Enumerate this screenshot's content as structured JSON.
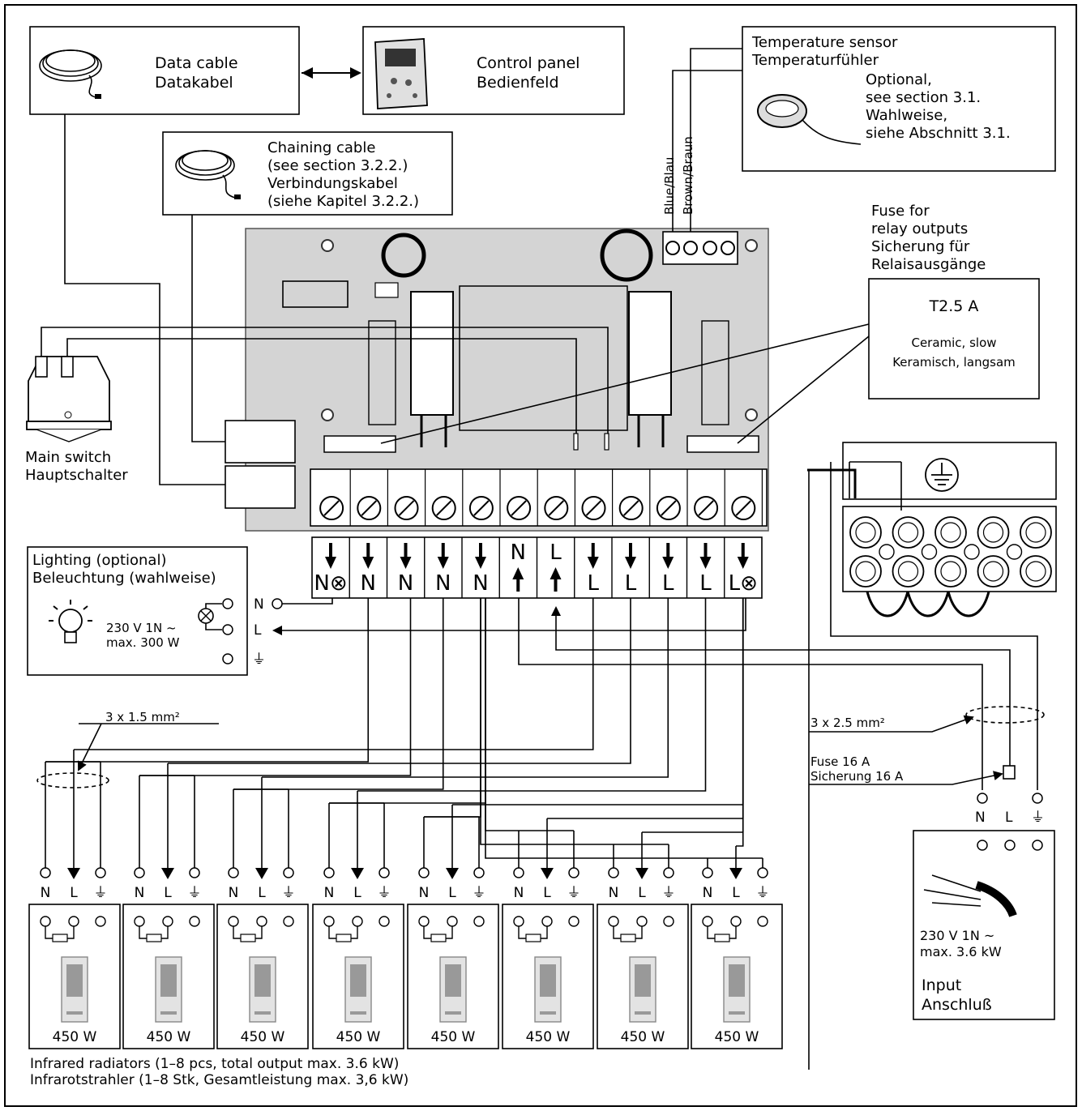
{
  "components": {
    "data_cable": [
      "Data cable",
      "Datakabel"
    ],
    "control_panel": [
      "Control panel",
      "Bedienfeld"
    ],
    "temperature_sensor": {
      "title": [
        "Temperature sensor",
        "Temperaturfühler"
      ],
      "note": [
        "Optional,",
        "see section 3.1.",
        "Wahlweise,",
        "siehe Abschnitt 3.1."
      ]
    },
    "chaining_cable": [
      "Chaining cable",
      "(see section 3.2.2.)",
      "Verbindungskabel",
      "(siehe Kapitel 3.2.2.)"
    ],
    "sensor_wires": [
      "Blue/Blau",
      "Brown/Braun"
    ],
    "fuse_relay": {
      "title": [
        "Fuse for",
        "relay outputs",
        "Sicherung für",
        "Relaisausgänge"
      ],
      "rating": "T2.5 A",
      "type": [
        "Ceramic, slow",
        "Keramisch, langsam"
      ]
    },
    "main_switch": [
      "Main switch",
      "Hauptschalter"
    ],
    "lighting": {
      "title": [
        "Lighting (optional)",
        "Beleuchtung (wahlweise)"
      ],
      "spec": [
        "230 V 1N ~",
        "max. 300 W"
      ],
      "terminals": [
        "N",
        "L",
        "⏚"
      ]
    },
    "cable_small": "3 x 1.5 mm²",
    "cable_big": "3 x 2.5 mm²",
    "fuse_main": [
      "Fuse 16 A",
      "Sicherung 16 A"
    ],
    "input": {
      "terminals": [
        "N",
        "L",
        "⏚"
      ],
      "spec": [
        "230 V 1N ~",
        "max. 3.6 kW"
      ],
      "title": [
        "Input",
        "Anschluß"
      ]
    }
  },
  "terminal_block": {
    "labels": [
      "N⊗",
      "N",
      "N",
      "N",
      "N",
      "N",
      "L",
      "L",
      "L",
      "L",
      "L",
      "L⊗"
    ]
  },
  "radiators": {
    "terminal_labels": [
      "N",
      "L",
      "⏚"
    ],
    "power": [
      "450 W",
      "450 W",
      "450 W",
      "450 W",
      "450 W",
      "450 W",
      "450 W",
      "450 W"
    ],
    "caption": [
      "Infrared radiators (1–8 pcs, total output max. 3.6 kW)",
      "Infrarotstrahler (1–8 Stk, Gesamtleistung max. 3,6 kW)"
    ]
  }
}
